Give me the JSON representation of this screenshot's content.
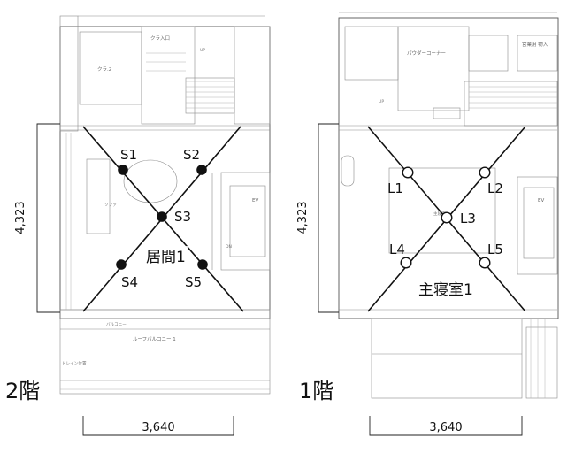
{
  "floor_plans": [
    {
      "floor_label": "2階",
      "room_name": "居間1",
      "sensor_style": "filled",
      "sensors": [
        "S1",
        "S2",
        "S3",
        "S4",
        "S5"
      ],
      "dim_width": "3,640",
      "dim_height": "4,323",
      "plan_texts": [
        "クラ入口",
        "クラ.2",
        "ソファ",
        "バルコニー",
        "ルーフバルコニー 1",
        "ドレイン位置",
        "EV",
        "UP",
        "DN"
      ]
    },
    {
      "floor_label": "1階",
      "room_name": "主寝室1",
      "sensor_style": "open",
      "sensors": [
        "L1",
        "L2",
        "L3",
        "L4",
        "L5"
      ],
      "dim_width": "3,640",
      "dim_height": "4,323",
      "plan_texts": [
        "パウダーコーナー",
        "営業用 物入",
        "EV",
        "主寝室",
        "UP"
      ]
    }
  ],
  "colors": {
    "line": "#111111",
    "plan_line": "#8a8a8a",
    "sensor_fill": "#111111",
    "sensor_open_fill": "#ffffff"
  }
}
